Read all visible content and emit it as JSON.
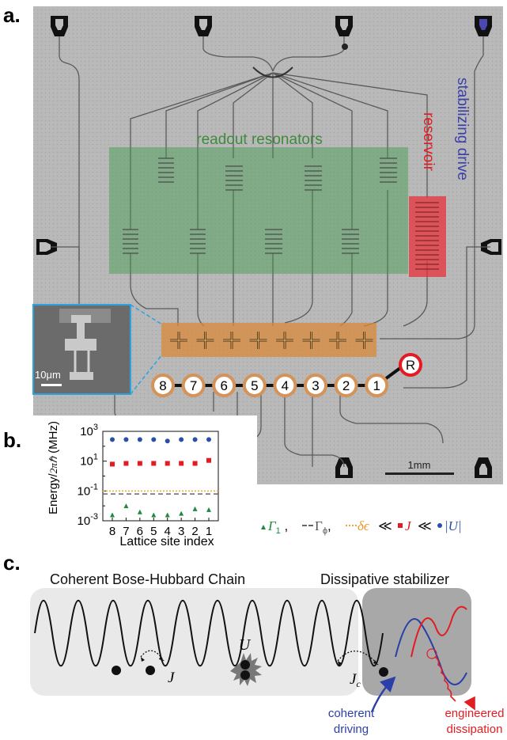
{
  "panel_labels": {
    "a": "a.",
    "b": "b.",
    "c": "c."
  },
  "panel_a": {
    "readout_label": "readout resonators",
    "reservoir_label": "reservoir",
    "stabilizing_label": "stabilizing drive",
    "reservoir_marker": "R",
    "site_numbers": [
      "8",
      "7",
      "6",
      "5",
      "4",
      "3",
      "2",
      "1"
    ],
    "inset_scale": "10μm",
    "scale_bar": "1mm",
    "colors": {
      "readout": "#4a8a43",
      "reservoir": "#e8333a",
      "drive": "#3b3fa8",
      "qubit_box": "#c8894a",
      "site_ring": "#d3935a"
    }
  },
  "panel_b": {
    "chart_data": {
      "type": "scatter",
      "ylabel_main": "Energy/",
      "ylabel_unit": "2πℏ",
      "ylabel_tail": " (MHz)",
      "xlabel": "Lattice site index",
      "y_scale": "log",
      "ylim_log10": [
        -3,
        3
      ],
      "y_tick_labels": [
        {
          "base": "10",
          "exp": "3"
        },
        {
          "base": "10",
          "exp": "1"
        },
        {
          "base": "10",
          "exp": "-1"
        },
        {
          "base": "10",
          "exp": "-3"
        }
      ],
      "categories": [
        "8",
        "7",
        "6",
        "5",
        "4",
        "3",
        "2",
        "1"
      ],
      "series": [
        {
          "name": "|U|",
          "marker": "circle",
          "color": "#2b4ea8",
          "log10_values": [
            2.45,
            2.45,
            2.45,
            2.45,
            2.35,
            2.45,
            2.45,
            2.45
          ]
        },
        {
          "name": "J",
          "marker": "square",
          "color": "#e21c23",
          "log10_values": [
            0.8,
            0.85,
            0.85,
            0.85,
            0.85,
            0.85,
            0.85,
            1.05
          ]
        },
        {
          "name": "δϵ",
          "style": "dotted line",
          "color": "#f2a33a",
          "log10_value": -1.0
        },
        {
          "name": "Γφ",
          "style": "dashed line",
          "color": "#666666",
          "log10_value": -1.2
        },
        {
          "name": "Γ1",
          "marker": "triangle",
          "color": "#1f8a3c",
          "log10_values": [
            -2.6,
            -2.0,
            -2.4,
            -2.6,
            -2.6,
            -2.5,
            -2.2,
            -2.25
          ]
        }
      ]
    },
    "legend": {
      "g1": "Γ",
      "g1_sub": "1",
      "sep1": " , ",
      "gphi": "Γ",
      "gphi_sub": "ϕ",
      "sep2": ", ",
      "de": "δϵ",
      "ll1": "≪",
      "j": "J",
      "ll2": "≪",
      "u": "|U|"
    }
  },
  "panel_c": {
    "coherent_title": "Coherent Bose-Hubbard Chain",
    "dissipative_title": "Dissipative stabilizer",
    "u_label": "U",
    "j_label": "J",
    "jc_label": "J",
    "jc_sub": "c",
    "coherent_driving": [
      "coherent",
      "driving"
    ],
    "engineered_dissipation": [
      "engineered",
      "dissipation"
    ],
    "colors": {
      "driving": "#2b3fa8",
      "dissipation": "#e21c23"
    }
  }
}
